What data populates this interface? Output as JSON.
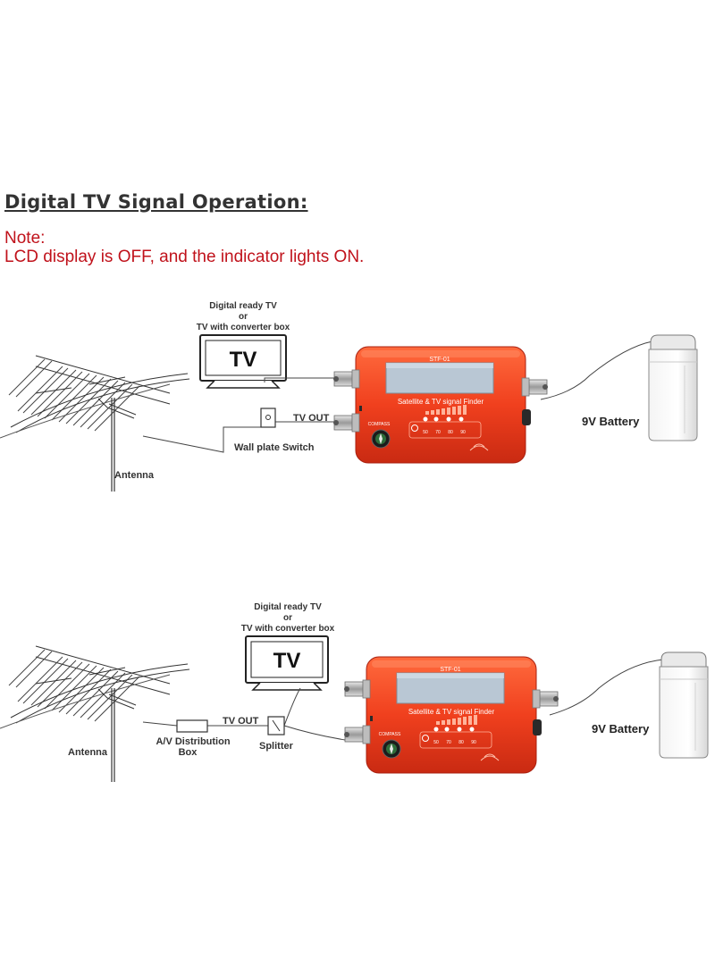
{
  "heading": "Digital TV Signal Operation:",
  "note": {
    "label": "Note:",
    "text": "LCD display is OFF, and the indicator lights ON."
  },
  "colors": {
    "heading": "#333333",
    "note": "#c0121b",
    "device": "#f0401e",
    "lcd": "#b9c7d4",
    "line": "#444444"
  },
  "device": {
    "model": "STF-01",
    "title": "Satellite & TV signal Finder",
    "compass": "COMPASS",
    "scale": [
      "50",
      "70",
      "80",
      "90"
    ]
  },
  "diagram1": {
    "tv_caption": [
      "Digital ready TV",
      "or",
      "TV with converter box"
    ],
    "tv_screen": "TV",
    "tv_out": "TV OUT",
    "wall_plate": "Wall plate Switch",
    "antenna": "Antenna",
    "battery": "9V Battery"
  },
  "diagram2": {
    "tv_caption": [
      "Digital ready TV",
      "or",
      "TV with converter box"
    ],
    "tv_screen": "TV",
    "tv_out": "TV OUT",
    "distribution": [
      "A/V Distribution",
      "Box"
    ],
    "splitter": "Splitter",
    "antenna": "Antenna",
    "battery": "9V Battery"
  }
}
